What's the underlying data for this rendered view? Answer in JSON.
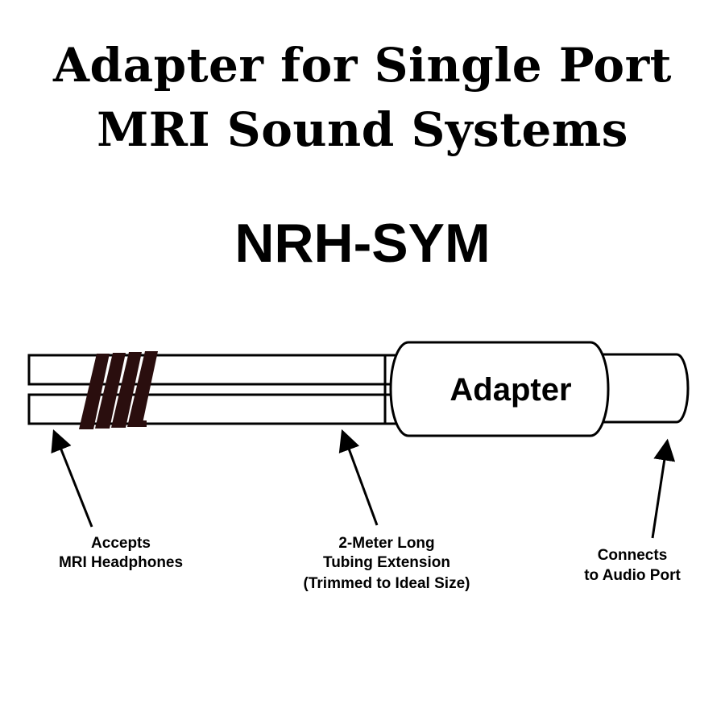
{
  "title": {
    "line1": "Adapter for Single Port",
    "line2": "MRI Sound Systems"
  },
  "model": "NRH-SYM",
  "diagram": {
    "adapter_label": "Adapter",
    "callouts": {
      "headphones": [
        "Accepts",
        "MRI Headphones"
      ],
      "tubing": [
        "2-Meter Long",
        "Tubing Extension",
        "(Trimmed to Ideal Size)"
      ],
      "port": [
        "Connects",
        "to Audio Port"
      ]
    }
  },
  "colors": {
    "ink": "#000000",
    "tape": "#2a0e0e",
    "background": "#ffffff"
  }
}
